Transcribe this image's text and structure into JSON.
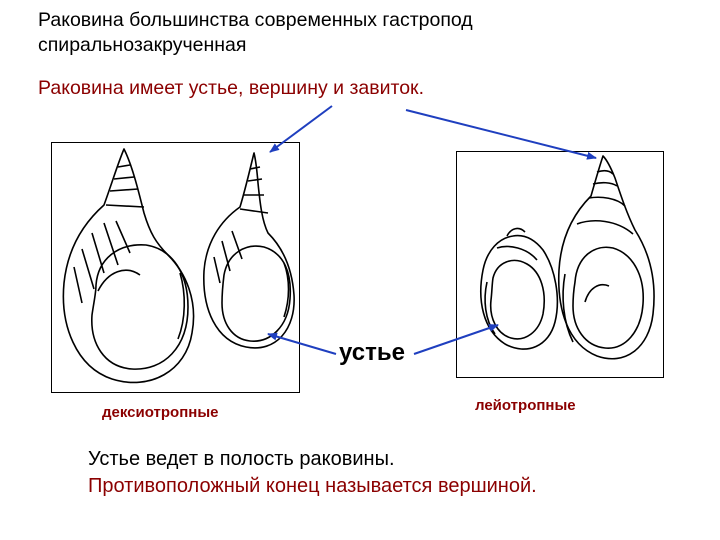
{
  "text": {
    "title": "Раковина большинства современных гастропод спиральнозакрученная",
    "subtitle": "Раковина имеет устье, вершину и завиток.",
    "aperture_label": "устье",
    "dextral_label": "дексиотропные",
    "sinistral_label": "лейотропные",
    "bottom_line1": "Устье ведет в полость раковины.",
    "bottom_line2": "Противоположный конец называется вершиной."
  },
  "colors": {
    "title": "#000000",
    "accent_text": "#8b0000",
    "arrow": "#1f3fbf",
    "outline": "#000000"
  },
  "figures": {
    "left_panel": [
      "shell-dextral-large",
      "shell-dextral-small"
    ],
    "right_panel": [
      "shell-sinistral-small",
      "shell-sinistral-large"
    ]
  }
}
